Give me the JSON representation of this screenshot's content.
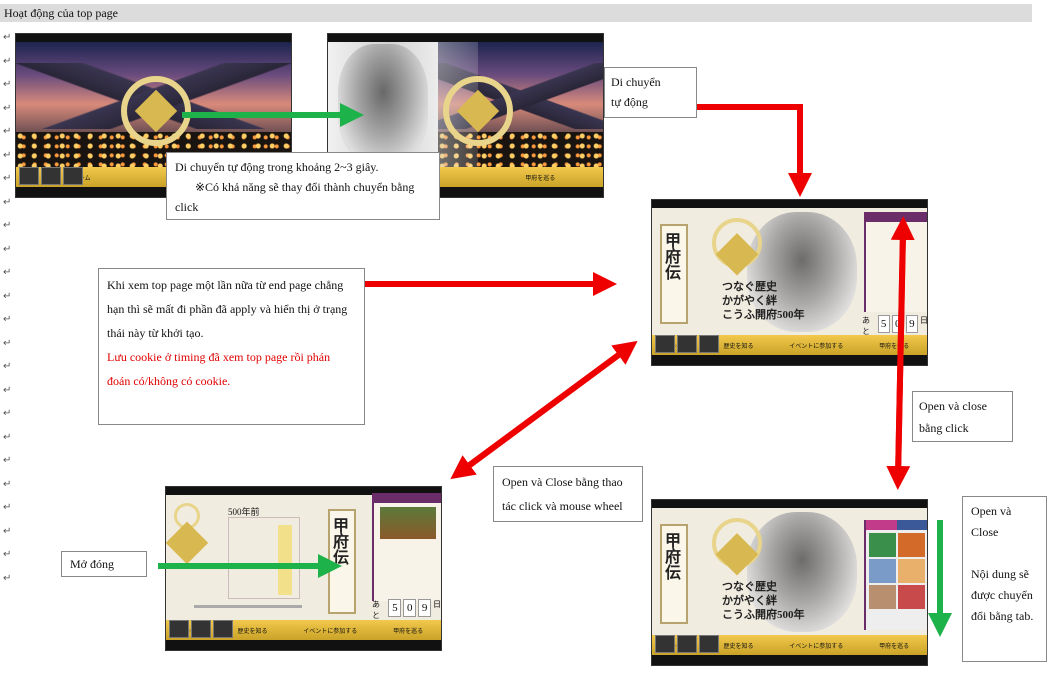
{
  "heading": "Hoạt động của top page",
  "para_mark": "↵",
  "boxes": {
    "di_chuyen_line1": "Di chuyển",
    "di_chuyen_line2": "tự động",
    "auto_move_line1": "Di chuyển tự động trong khoảng 2~3 giây.",
    "auto_move_line2": "※Có khả năng sẽ thay đổi thành chuyển bằng",
    "auto_move_line3": "click",
    "revisit_line1": "Khi xem top page một lần nữa từ end page chẳng",
    "revisit_line2": "hạn thì sẽ mất đi phần đã apply và hiển thị ở trạng",
    "revisit_line3": "thái này từ khởi tạo.",
    "revisit_red1": "Lưu cookie ở timing đã xem top page rồi phán",
    "revisit_red2": "đoán có/không có cookie.",
    "open_close_click1": "Open và close",
    "open_close_click2": "bằng click",
    "open_close_wheel1": "Open và Close bằng thao",
    "open_close_wheel2": "tác click và mouse wheel",
    "mo_dong": "Mở đóng",
    "tab_line1": "Open và",
    "tab_line2": "Close",
    "tab_line3": "Nội dung sẽ",
    "tab_line4": "được chuyển",
    "tab_line5": "đổi bằng tab."
  },
  "screens": {
    "scroll_title": "甲府伝",
    "tagline1": "つなぐ歴史",
    "tagline2": "かがやく絆",
    "tagline3": "こうふ開府500年",
    "counter_prefix": "あと",
    "counter_digits": [
      "5",
      "0",
      "9"
    ],
    "counter_suffix": "日",
    "era_label": "500年前",
    "menu": [
      "ホーム",
      "歴史を知る",
      "イベントに参加する",
      "甲府を巡る"
    ]
  },
  "colors": {
    "red_arrow": "#ee0000",
    "green_arrow": "#1db34a",
    "gold": "#d8b850",
    "purple": "#6a2d6a"
  }
}
